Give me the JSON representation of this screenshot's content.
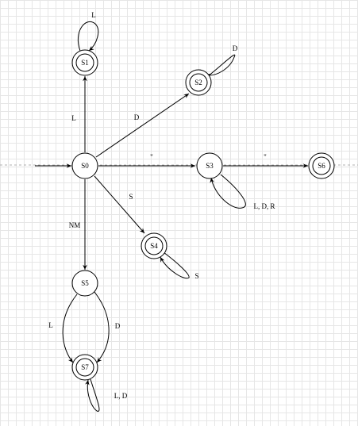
{
  "diagram": {
    "states": [
      {
        "id": "s0",
        "label": "S0",
        "accepting": false
      },
      {
        "id": "s1",
        "label": "S1",
        "accepting": true
      },
      {
        "id": "s2",
        "label": "S2",
        "accepting": true
      },
      {
        "id": "s3",
        "label": "S3",
        "accepting": false
      },
      {
        "id": "s4",
        "label": "S4",
        "accepting": true
      },
      {
        "id": "s5",
        "label": "S5",
        "accepting": false
      },
      {
        "id": "s6",
        "label": "S6",
        "accepting": true
      },
      {
        "id": "s7",
        "label": "S7",
        "accepting": true
      }
    ],
    "transitions": [
      {
        "from": "S0",
        "to": "S1",
        "label": "L"
      },
      {
        "from": "S1",
        "to": "S1",
        "label": "L"
      },
      {
        "from": "S0",
        "to": "S2",
        "label": "D"
      },
      {
        "from": "S2",
        "to": "S2",
        "label": "D"
      },
      {
        "from": "S0",
        "to": "S3",
        "label": "\""
      },
      {
        "from": "S3",
        "to": "S3",
        "label": "L, D, R"
      },
      {
        "from": "S3",
        "to": "S6",
        "label": "\""
      },
      {
        "from": "S0",
        "to": "S4",
        "label": "S"
      },
      {
        "from": "S4",
        "to": "S4",
        "label": "S"
      },
      {
        "from": "S0",
        "to": "S5",
        "label": "NM"
      },
      {
        "from": "S5",
        "to": "S7",
        "label": "L"
      },
      {
        "from": "S5",
        "to": "S7",
        "label": "D"
      },
      {
        "from": "S7",
        "to": "S7",
        "label": "L, D"
      }
    ]
  }
}
